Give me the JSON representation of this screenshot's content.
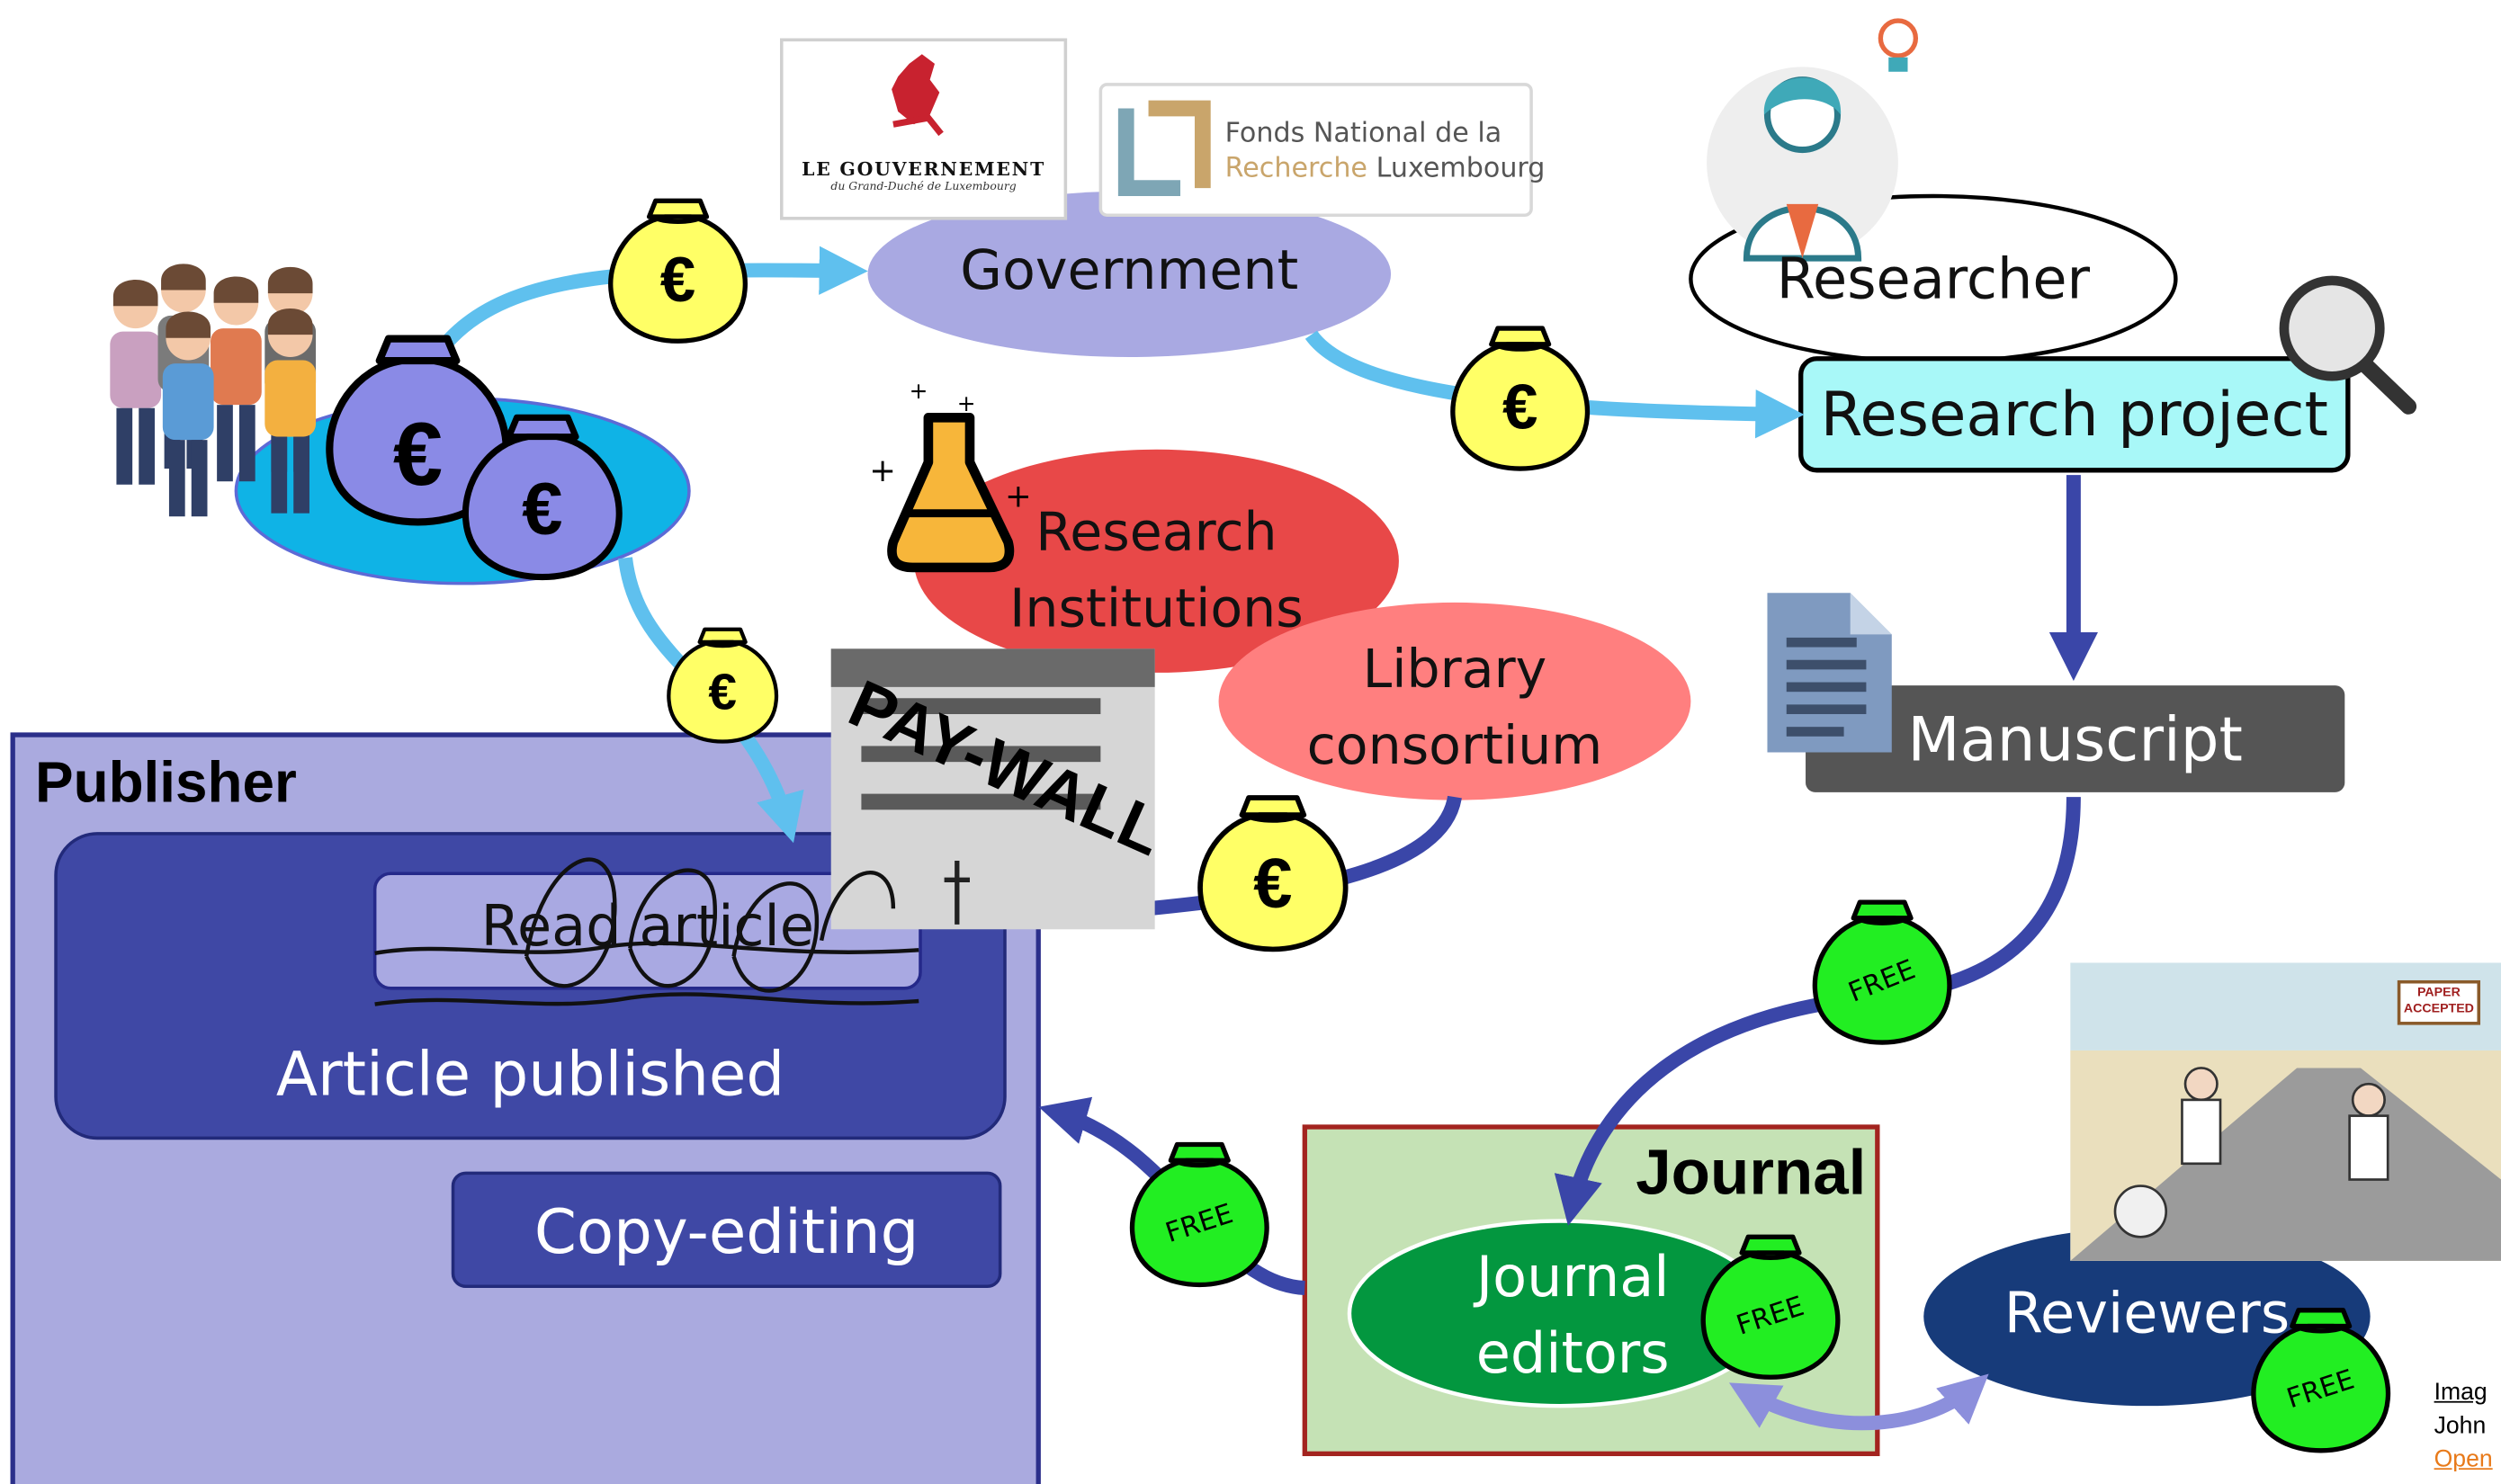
{
  "logos": {
    "government_name": "LE GOUVERNEMENT",
    "government_sub": "du Grand-Duché de Luxembourg",
    "fnr_line1": "Fonds National de la",
    "fnr_line2_a": "Recherche",
    "fnr_line2_b": "Luxembourg"
  },
  "nodes": {
    "government": "Government",
    "researcher": "Researcher",
    "research_project": "Research project",
    "institutions_line1": "Research",
    "institutions_line2": "Institutions",
    "library_line1": "Library",
    "library_line2": "consortium",
    "manuscript": "Manuscript",
    "publisher": "Publisher",
    "read_article": "Read article",
    "article_published": "Article published",
    "copy_editing": "Copy-editing",
    "journal": "Journal",
    "editors_line1": "Journal",
    "editors_line2": "editors",
    "reviewers": "Reviewers",
    "paywall": "PAY-WALL",
    "cartoon_sign": "PAPER ACCEPTED"
  },
  "bags": {
    "euro_symbol": "€",
    "free_label": "FREE"
  },
  "credit": {
    "line1": "Imag",
    "line2": "John",
    "line3": "Open"
  },
  "colors": {
    "arrow_light": "#5fc0ee",
    "arrow_dark": "#3a46a8",
    "arrow_purple_light": "#8c8fdc",
    "government_fill": "#a9a9e2",
    "institutions_fill": "#e84848",
    "library_fill": "#ff7f7f",
    "project_fill": "#a8f8f8",
    "manuscript_fill": "#555555",
    "publisher_fill": "#aaaadf",
    "publisher_inner": "#3f48a5",
    "journal_fill": "#c5e2b5",
    "editors_fill": "#03973f",
    "reviewers_fill": "#173b7a",
    "euro_bag": "#ffff66",
    "free_bag": "#22ee22",
    "people_bag": "#8a8ae6",
    "people_ellipse": "#0fb3e6"
  }
}
